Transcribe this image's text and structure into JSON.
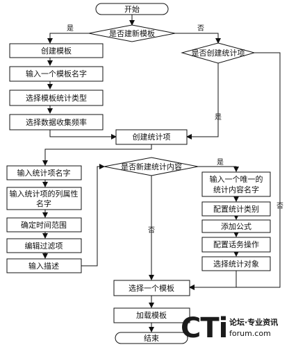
{
  "start": "开始",
  "end": "结束",
  "decisions": {
    "new_template": "是否建新模板",
    "create_stat_item": "是否创建统计项",
    "new_stat_content": "是否新建统计内容"
  },
  "labels": {
    "yes": "是",
    "no": "否"
  },
  "left_column": [
    "创建模板",
    "输入一个模板名字",
    "选择模板统计类型",
    "选择数据收集频率"
  ],
  "create_stat_item": "创建统计项",
  "stat_item_steps": [
    "输入统计项名字",
    [
      "输入统计项的列属性",
      "名字"
    ],
    "确定时间范围",
    "编辑过滤项",
    "输入描述"
  ],
  "stat_content_steps": [
    [
      "输入一个唯一的",
      "统计内容名字"
    ],
    "配置统计类别",
    "添加公式",
    "配置话务操作",
    "选择统计对象"
  ],
  "select_template": "选择一个模板",
  "load_template": "加载模板",
  "watermark": {
    "logo": "CTi",
    "line1": "论坛·专业资讯",
    "line2": "forum.com"
  }
}
